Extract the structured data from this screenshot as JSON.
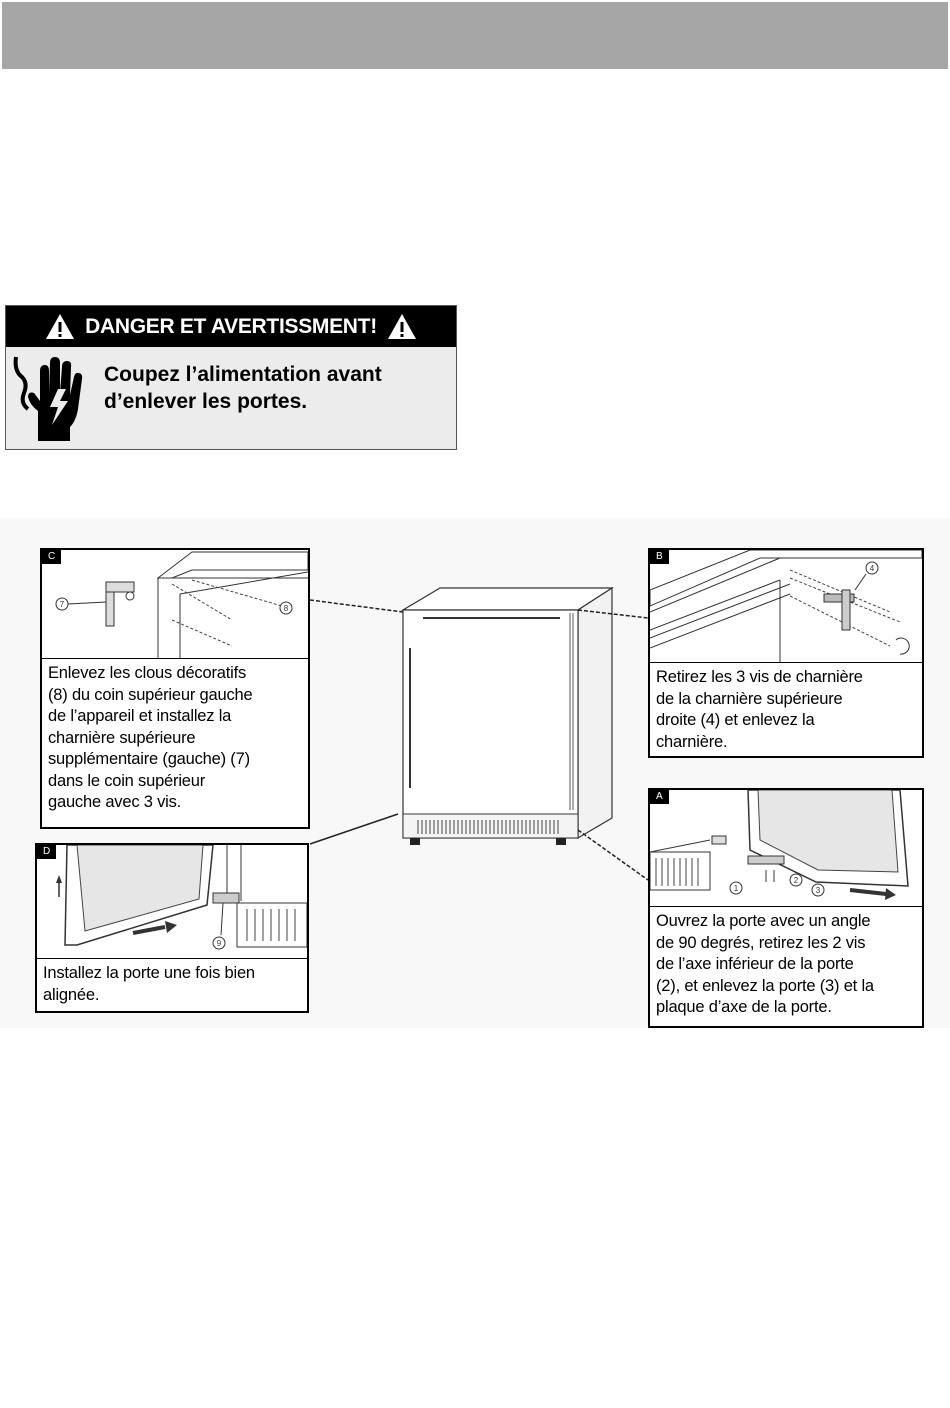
{
  "warning": {
    "title": "DANGER ET AVERTISSMENT!",
    "message": "Coupez l’alimentation avant d’enlever les portes.",
    "message_line1": "Coupez l’alimentation avant",
    "message_line2": "d’enlever les portes."
  },
  "panels": {
    "C": {
      "letter": "C",
      "callouts": [
        "7",
        "8"
      ],
      "lines": [
        "Enlevez les clous décoratifs",
        "(8) du coin supérieur gauche",
        "de l’appareil et installez la",
        "charnière supérieure",
        "supplémentaire (gauche) (7)",
        "dans le coin supérieur",
        "gauche avec 3 vis."
      ]
    },
    "B": {
      "letter": "B",
      "callouts": [
        "4"
      ],
      "lines": [
        "Retirez les 3 vis de charnière",
        "de la charnière supérieure",
        "droite (4) et enlevez la",
        "charnière."
      ]
    },
    "A": {
      "letter": "A",
      "callouts": [
        "1",
        "2",
        "3"
      ],
      "lines": [
        "Ouvrez la porte avec un angle",
        "de 90 degrés, retirez les 2 vis",
        "de l’axe inférieur de la porte",
        "(2), et enlevez la porte (3) et la",
        "plaque d’axe de la porte."
      ]
    },
    "D": {
      "letter": "D",
      "callouts": [
        "9"
      ],
      "lines": [
        "Installez la porte une fois bien",
        "alignée."
      ]
    }
  },
  "icons": {
    "warning": "warning-triangle-icon",
    "hand": "electric-hand-icon"
  },
  "colors": {
    "header_bar": "#a6a6a6",
    "warning_head": "#000000",
    "warning_body": "#ececec"
  }
}
